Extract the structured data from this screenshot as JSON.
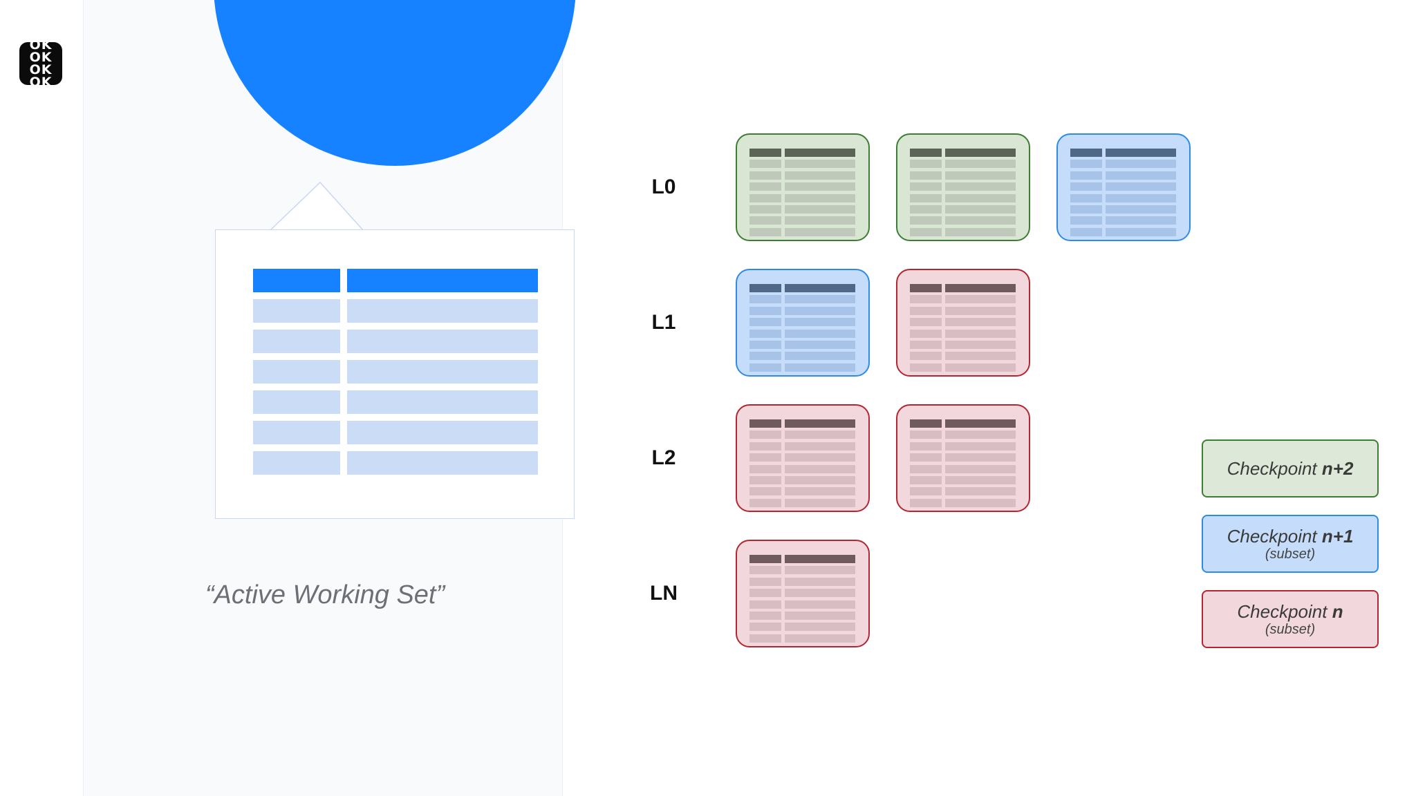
{
  "logo": {
    "lines": [
      "OK",
      "OK",
      "OK",
      "OK"
    ]
  },
  "working_set": {
    "caption": "“Active Working Set”"
  },
  "levels": [
    {
      "label": "L0",
      "tables": [
        "green",
        "green",
        "blue"
      ]
    },
    {
      "label": "L1",
      "tables": [
        "blue",
        "red"
      ]
    },
    {
      "label": "L2",
      "tables": [
        "red",
        "red"
      ]
    },
    {
      "label": "LN",
      "tables": [
        "red"
      ]
    }
  ],
  "legend": [
    {
      "color": "green",
      "prefix": "Checkpoint ",
      "emph": "n+2",
      "sub": ""
    },
    {
      "color": "blue",
      "prefix": "Checkpoint ",
      "emph": "n+1",
      "sub": "(subset)"
    },
    {
      "color": "red",
      "prefix": "Checkpoint ",
      "emph": "n",
      "sub": "(subset)"
    }
  ],
  "colors": {
    "accent": "#1782ff",
    "green": "#3b7d31",
    "blue": "#2d8be8",
    "red": "#b3262f"
  }
}
